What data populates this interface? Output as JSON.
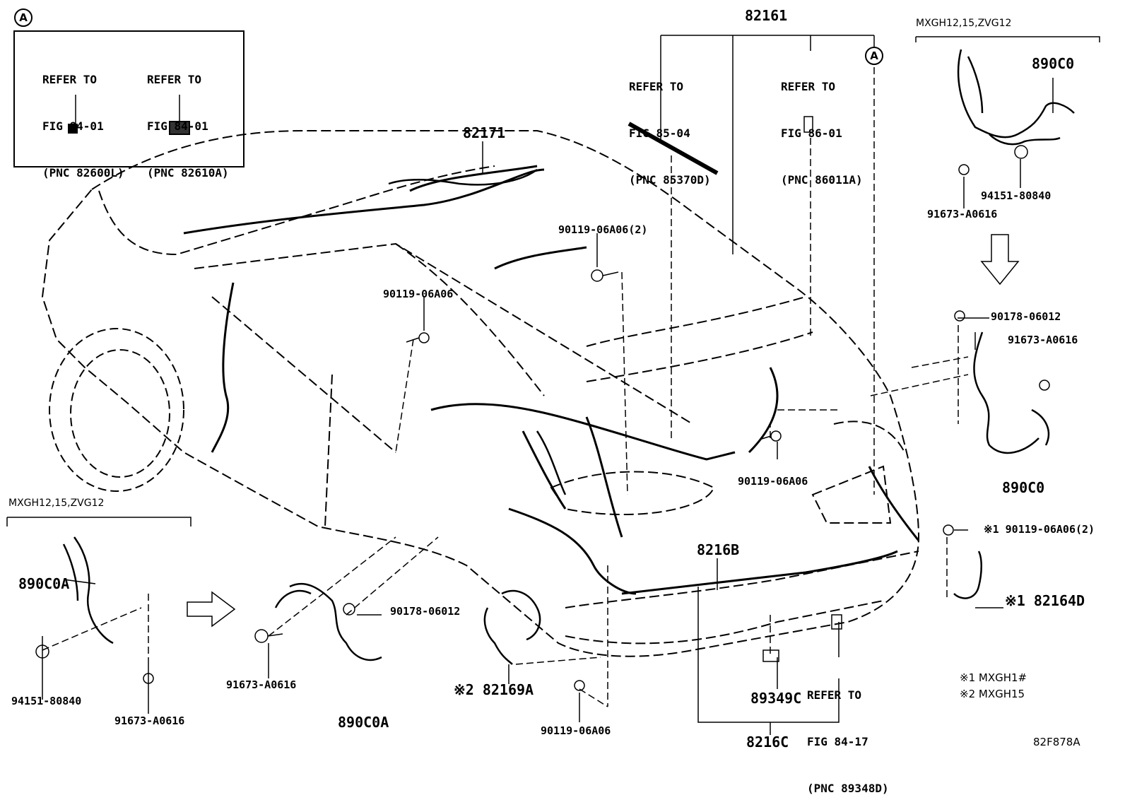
{
  "inset_marker": "A",
  "inset_refs": [
    {
      "line1": "REFER TO",
      "line2": "FIG 84-01",
      "line3": "(PNC 82600L)"
    },
    {
      "line1": "REFER TO",
      "line2": "FIG 84-01",
      "line3": "(PNC 82610A)"
    }
  ],
  "refs": {
    "fig85": {
      "line1": "REFER TO",
      "line2": "FIG 85-04",
      "line3": "(PNC 85370D)"
    },
    "fig86": {
      "line1": "REFER TO",
      "line2": "FIG 86-01",
      "line3": "(PNC 86011A)"
    },
    "fig8417": {
      "line1": "REFER TO",
      "line2": "FIG 84-17",
      "line3": "(PNC 89348D)"
    }
  },
  "model_note_right": "MXGH12,15,ZVG12",
  "model_note_left": "MXGH12,15,ZVG12",
  "parts": {
    "p82161": "82161",
    "p82171": "82171",
    "p890C0_top": "890C0",
    "p890C0_bottom": "890C0",
    "p94151_right": "94151-80840",
    "p91673_topright": "91673-A0616",
    "p90178_right": "90178-06012",
    "p91673_right": "91673-A0616",
    "p90119_a": "90119-06A06(2)",
    "p90119_b": "90119-06A06",
    "p90119_c": "90119-06A06",
    "p90119_d": "90119-06A06",
    "p90119_e": "※1 90119-06A06(2)",
    "p82164D": "※1 82164D",
    "p8216B": "8216B",
    "p8216C": "8216C",
    "p89349C": "89349C",
    "p890C0A_left": "890C0A",
    "p890C0A_mid": "890C0A",
    "p94151_left": "94151-80840",
    "p91673_left": "91673-A0616",
    "p91673_mid": "91673-A0616",
    "p90178_mid": "90178-06012",
    "p82169A": "※2 82169A"
  },
  "notes": {
    "n1": "※1 MXGH1#",
    "n2": "※2 MXGH15"
  },
  "drawing_code": "82F878A"
}
